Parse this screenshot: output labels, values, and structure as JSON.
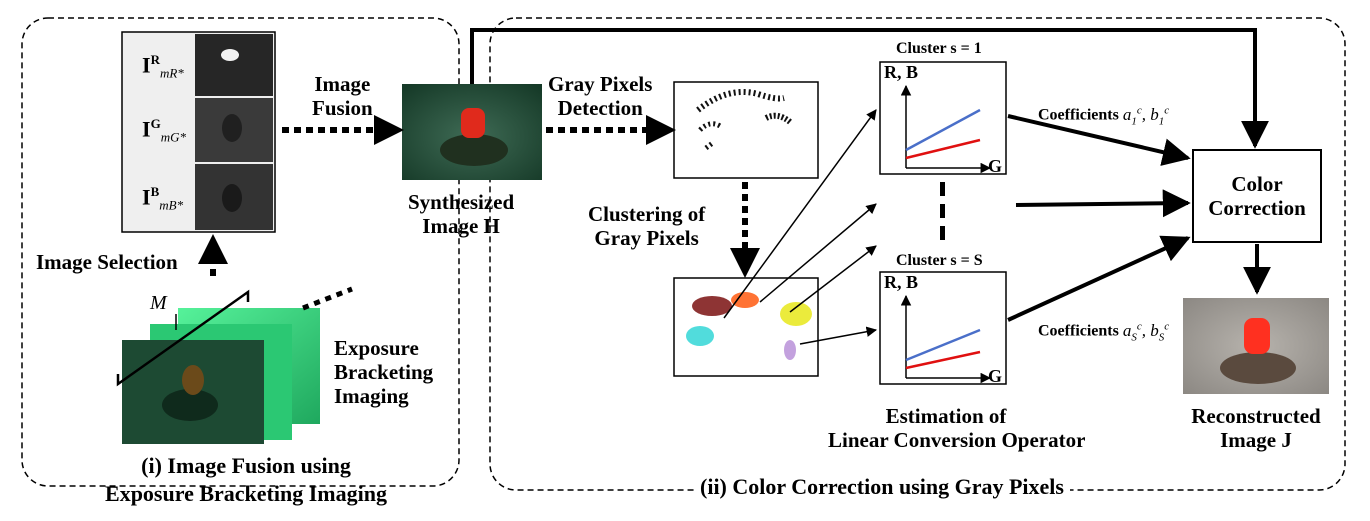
{
  "panels": {
    "left_title_line1": "(i) Image Fusion using",
    "left_title_line2": "Exposure Bracketing Imaging",
    "right_title": "(ii) Color Correction using Gray Pixels"
  },
  "labels": {
    "image_selection": "Image Selection",
    "image_fusion_1": "Image",
    "image_fusion_2": "Fusion",
    "synth_1": "Synthesized",
    "synth_2": "Image H",
    "gray_detect_1": "Gray Pixels",
    "gray_detect_2": "Detection",
    "clustering_1": "Clustering of",
    "clustering_2": "Gray Pixels",
    "exposure_1": "Exposure",
    "exposure_2": "Bracketing",
    "exposure_3": "Imaging",
    "estimation_1": "Estimation of",
    "estimation_2": "Linear Conversion Operator",
    "reconstructed_1": "Reconstructed",
    "reconstructed_2": "Image J",
    "color_corr_1": "Color",
    "color_corr_2": "Correction",
    "cluster_1": "Cluster s = 1",
    "cluster_S": "Cluster s = S",
    "coeff_1": "Coefficients",
    "coeff_S": "Coefficients",
    "axis_y": "R, B",
    "axis_x": "G",
    "bracket_M": "M",
    "stack_R": "I",
    "stack_G": "I",
    "stack_B": "I",
    "sup_R": "R",
    "sup_G": "G",
    "sup_B": "B",
    "sub_m": "m",
    "sub_R": "R*",
    "sub_G": "G*",
    "sub_B": "B*",
    "coef_a1": "a",
    "coef_b1": "b",
    "coef_sub1": "1",
    "coef_subS": "S",
    "coef_supc": "c"
  },
  "colors": {
    "underwater_green": "#1f5a3a",
    "bright_green": "#2fe083",
    "red_object": "#e02a1c",
    "line_blue": "#4a6fc9",
    "line_red": "#e01010"
  }
}
